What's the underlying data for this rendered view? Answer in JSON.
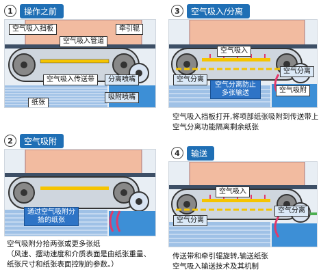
{
  "steps": [
    {
      "num": "1",
      "title": "操作之前"
    },
    {
      "num": "2",
      "title": "空气吸附"
    },
    {
      "num": "3",
      "title": "空气吸入/分离"
    },
    {
      "num": "4",
      "title": "输送"
    }
  ],
  "panel1": {
    "damper": "空气吸入挡板",
    "duct": "空气吸入管道",
    "roller": "牵引辊",
    "belt": "空气吸入传送带",
    "sep_nozzle": "分离喷嘴",
    "suck_nozzle": "吸附喷嘴",
    "paper": "纸张"
  },
  "panel2": {
    "note": "通过空气吸附分拾的纸张"
  },
  "panel3": {
    "intake": "空气吸入",
    "sep1": "空气分离",
    "sep2": "空气分离",
    "note": "空气分离防止多张输送",
    "suck": "空气吸附"
  },
  "panel4": {
    "intake": "空气吸入",
    "sep1": "空气分离",
    "sep2": "空气分离"
  },
  "captions": {
    "c2": "空气吸附分拾两张或更多张纸\n（风速、摆动速度和介质表面是由纸张重量、\n纸张尺寸和纸张表面控制的参数。）",
    "c3": "空气吸入挡板打开,将项部纸张吸附到传送带上\n空气分离功能隔离剩余纸张",
    "c4": "传送带和牵引辊旋转,输送纸张\n空气吸入输送技术及其机制"
  },
  "colors": {
    "accent": "#1f6fb5",
    "duct": "#f2bba0",
    "paper": "#9fc1e6",
    "arrow_red": "#e23a6a",
    "arrow_yellow": "#f5c400",
    "eject_arrow": "#4caf50"
  }
}
